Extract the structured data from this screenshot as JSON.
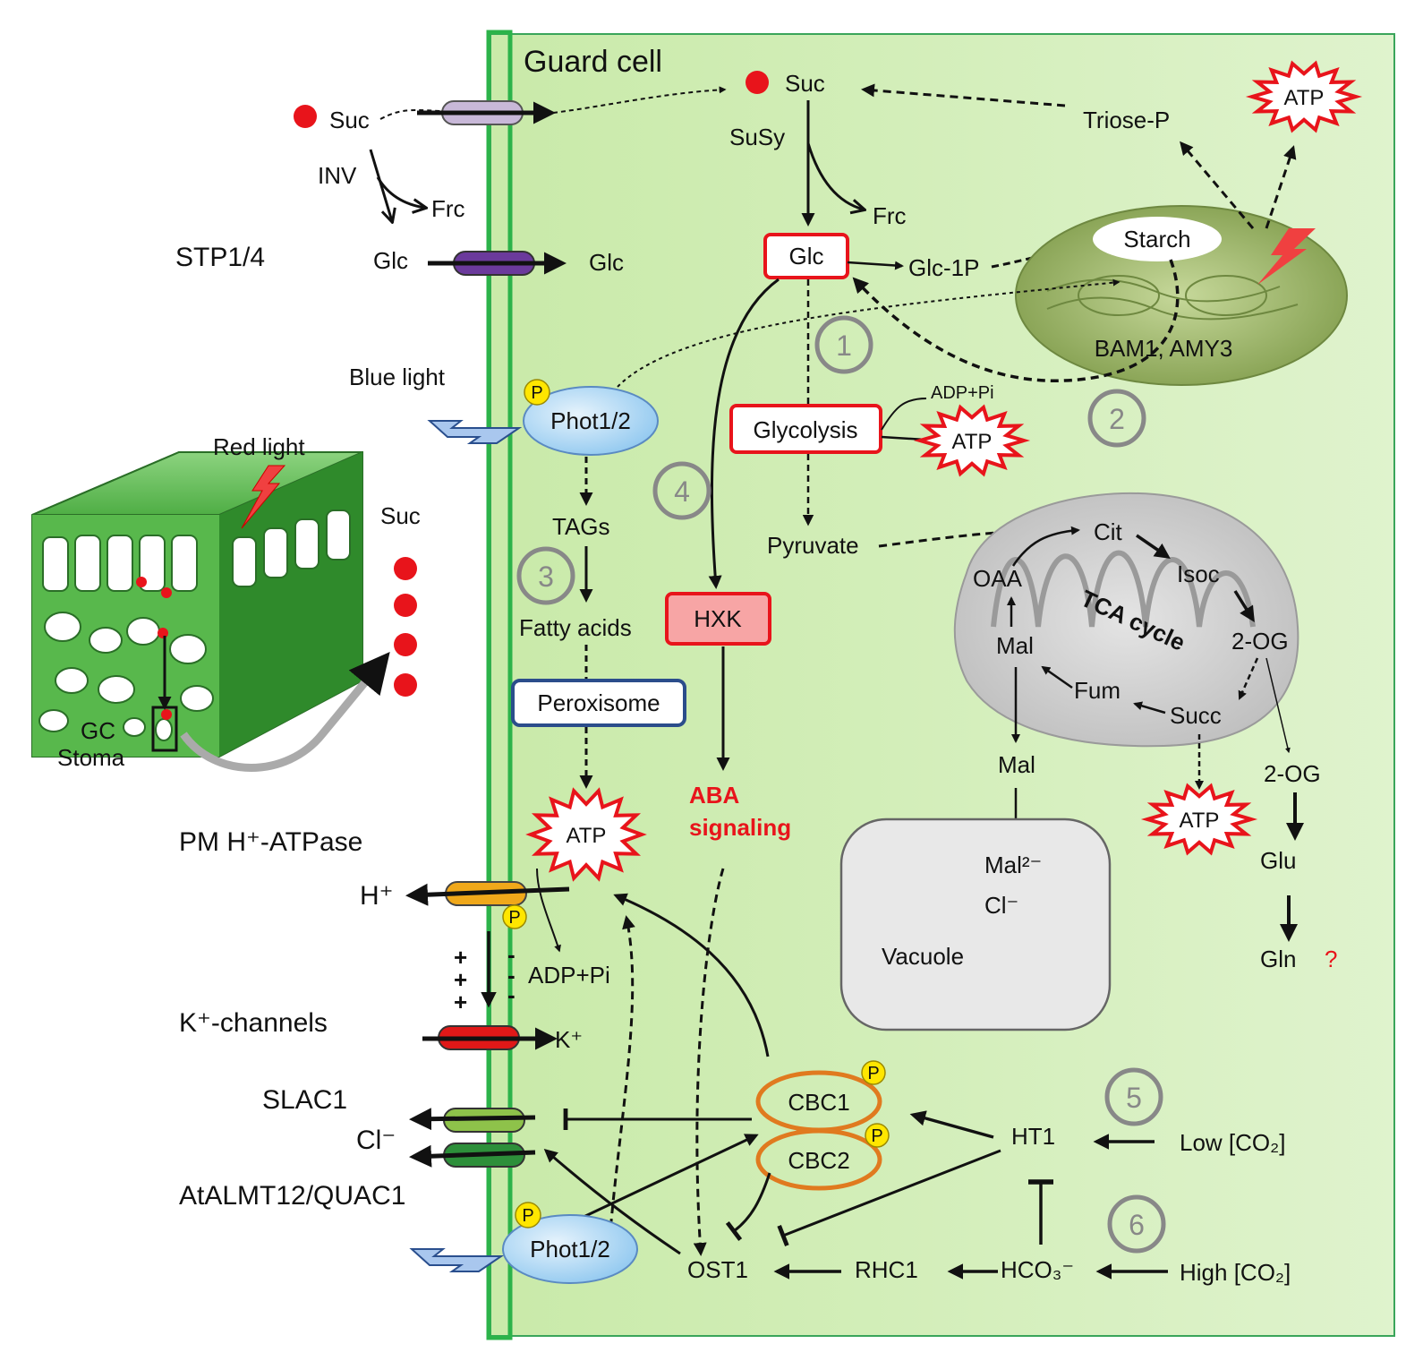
{
  "colors": {
    "cell_fill": "#d5efbf",
    "cell_wall": "#2cb34a",
    "red_accent": "#e8141b",
    "phot_fill": "#bfe0f7",
    "cbc_ring": "#e07a1f",
    "badge_yellow": "#ffe600",
    "chloroplast": "#9db66a",
    "mito": "#cfcfcf",
    "vacuole": "#e8e8e8"
  },
  "icons": [
    "red-light-bolt-icon",
    "blue-light-bolt-icon",
    "atp-burst-icon",
    "sucrose-dot-icon",
    "phospho-badge-icon"
  ],
  "outside": {
    "suc": "Suc",
    "inv": "INV",
    "frc": "Frc",
    "glc": "Glc",
    "stp": "STP1/4",
    "blue_light": "Blue light",
    "red_light": "Red light",
    "suc_dots": "Suc",
    "gc": "GC",
    "stoma": "Stoma",
    "pm_atpase": "PM H⁺-ATPase",
    "h_plus": "H⁺",
    "k_channels": "K⁺-channels",
    "slac1": "SLAC1",
    "cl": "Cl⁻",
    "almt": "AtALMT12/QUAC1"
  },
  "cell": {
    "title": "Guard cell",
    "suc": "Suc",
    "susy": "SuSy",
    "frc": "Frc",
    "glc_in": "Glc",
    "glc_box": "Glc",
    "glc1p": "Glc-1P",
    "starch": "Starch",
    "triose_p": "Triose-P",
    "bam_amy": "BAM1, AMY3",
    "glycolysis": "Glycolysis",
    "adp_pi_top": "ADP+Pi",
    "atp": "ATP",
    "pyruvate": "Pyruvate",
    "phot": "Phot1/2",
    "p": "P",
    "tags": "TAGs",
    "fatty_acids": "Fatty acids",
    "peroxisome": "Peroxisome",
    "hxk": "HXK",
    "aba_line1": "ABA",
    "aba_line2": "signaling",
    "adp_pi": "ADP+Pi",
    "plus_signs": [
      "+",
      "+",
      "+"
    ],
    "minus_signs": [
      "-",
      "-",
      "-"
    ],
    "k_plus": "K⁺",
    "cbc1": "CBC1",
    "cbc2": "CBC2",
    "ht1": "HT1",
    "low_co2": "Low [CO₂]",
    "high_co2": "High [CO₂]",
    "hco3": "HCO₃⁻",
    "rhc1": "RHC1",
    "ost1": "OST1",
    "question": "?"
  },
  "tca": {
    "cit": "Cit",
    "isoc": "Isoc",
    "og": "2-OG",
    "succ": "Succ",
    "fum": "Fum",
    "mal": "Mal",
    "oaa": "OAA",
    "label": "TCA cycle"
  },
  "downstream": {
    "mal": "Mal",
    "og2": "2-OG",
    "glu": "Glu",
    "gln": "Gln",
    "vac_mal": "Mal²⁻",
    "vac_cl": "Cl⁻",
    "vacuole": "Vacuole"
  },
  "steps": [
    "1",
    "2",
    "3",
    "4",
    "5",
    "6"
  ]
}
